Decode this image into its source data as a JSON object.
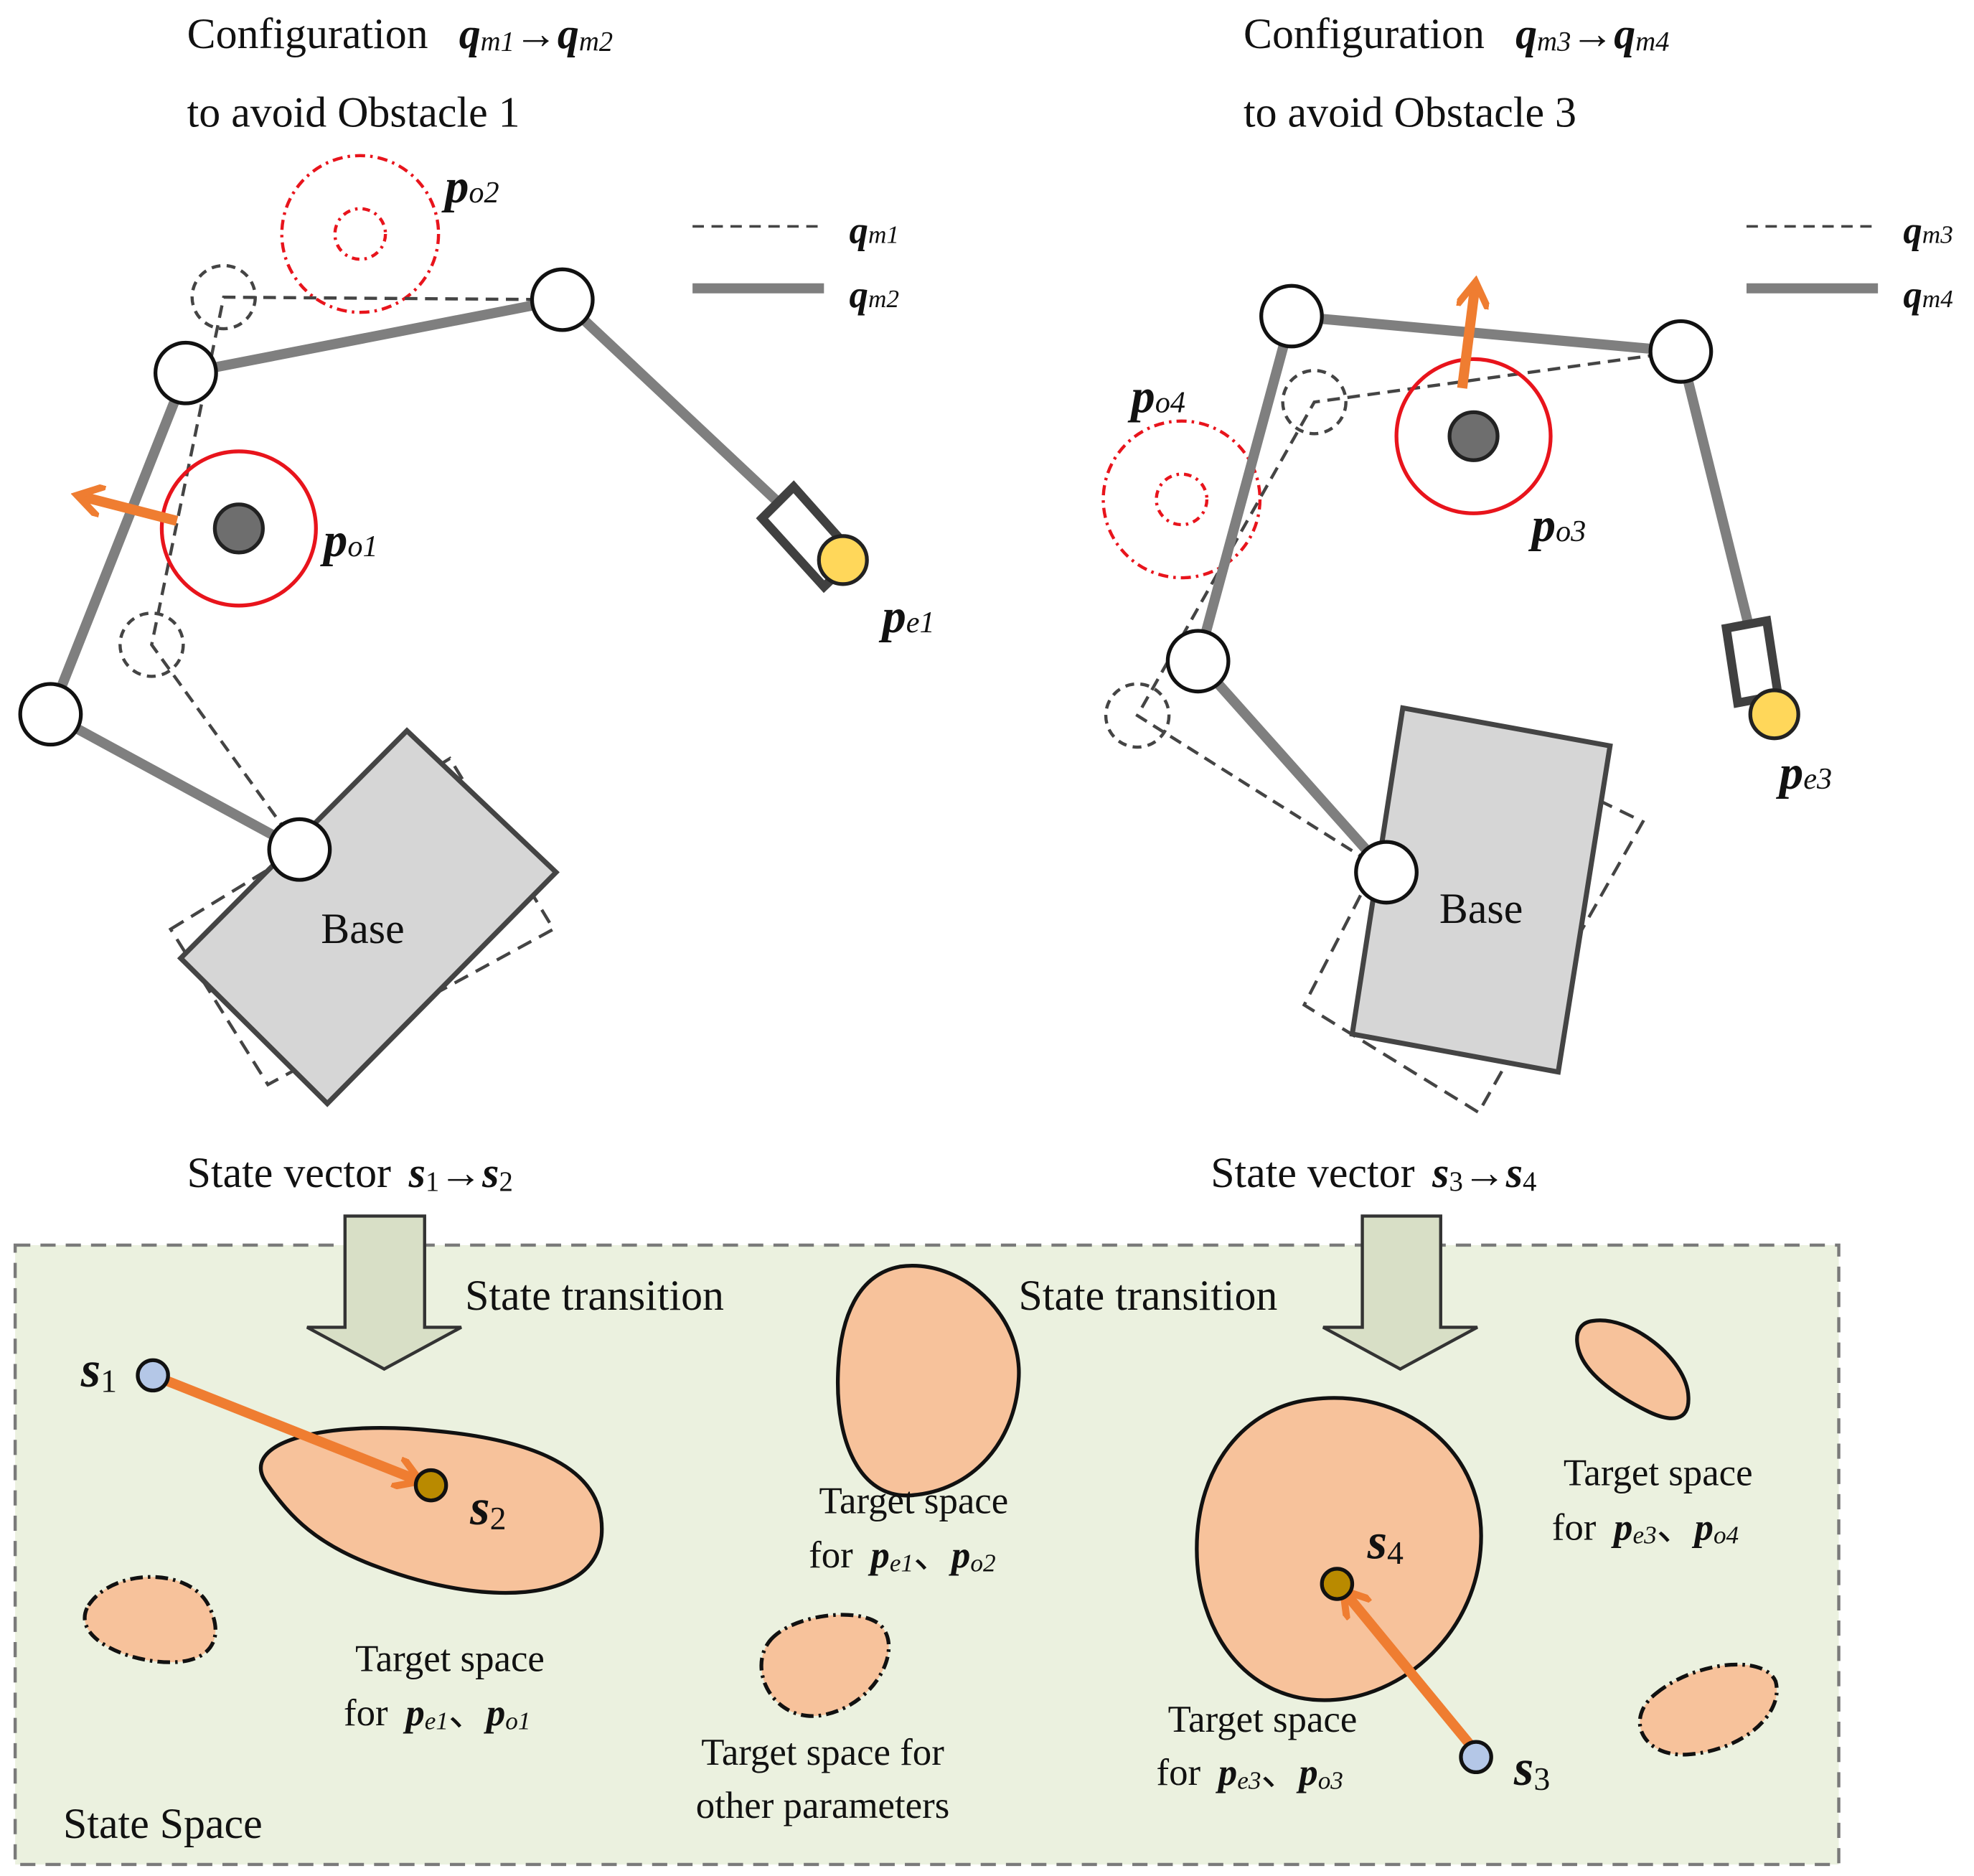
{
  "colors": {
    "link": "#7f7f7f",
    "obstacle_ring": "#e8141c",
    "obstacle_core": "#6e6e6e",
    "end_effector": "#ffd75a",
    "arrow": "#ef7d31",
    "base_fill": "#d6d6d6",
    "state_space_bg": "#ebf1df",
    "target_space_fill": "#f7c29b",
    "block_arrow_fill": "#d8dfc6",
    "state_point_start": "#b4c7e7",
    "state_point_end": "#b98a00"
  },
  "left_panel": {
    "title_prefix": "Configuration",
    "q_from": {
      "sym": "q",
      "sub": "m1"
    },
    "q_to": {
      "sym": "q",
      "sub": "m2"
    },
    "title_line2": "to avoid Obstacle 1",
    "legend": [
      {
        "sym": "q",
        "sub": "m1",
        "style": "dashed"
      },
      {
        "sym": "q",
        "sub": "m2",
        "style": "solid"
      }
    ],
    "labels": {
      "po1": {
        "sym": "p",
        "sub": "o1"
      },
      "po2": {
        "sym": "p",
        "sub": "o2"
      },
      "pe1": {
        "sym": "p",
        "sub": "e1"
      }
    },
    "base_label": "Base",
    "state_vector": {
      "prefix": "State vector",
      "from": "s",
      "from_sub": "1",
      "to": "s",
      "to_sub": "2"
    }
  },
  "right_panel": {
    "title_prefix": "Configuration",
    "q_from": {
      "sym": "q",
      "sub": "m3"
    },
    "q_to": {
      "sym": "q",
      "sub": "m4"
    },
    "title_line2": "to avoid Obstacle 3",
    "legend": [
      {
        "sym": "q",
        "sub": "m3",
        "style": "dashed"
      },
      {
        "sym": "q",
        "sub": "m4",
        "style": "solid"
      }
    ],
    "labels": {
      "po3": {
        "sym": "p",
        "sub": "o3"
      },
      "po4": {
        "sym": "p",
        "sub": "o4"
      },
      "pe3": {
        "sym": "p",
        "sub": "e3"
      }
    },
    "base_label": "Base",
    "state_vector": {
      "prefix": "State vector",
      "from": "s",
      "from_sub": "3",
      "to": "s",
      "to_sub": "4"
    }
  },
  "state_space": {
    "label": "State Space",
    "transition_left": "State transition",
    "transition_right": "State transition",
    "points": {
      "s1": {
        "sym": "s",
        "sub": "1"
      },
      "s2": {
        "sym": "s",
        "sub": "2"
      },
      "s3": {
        "sym": "s",
        "sub": "3"
      },
      "s4": {
        "sym": "s",
        "sub": "4"
      }
    },
    "target_spaces": {
      "t1": {
        "line1": "Target space",
        "line2_prefix": "for",
        "a": {
          "sym": "p",
          "sub": "e1"
        },
        "sep": "、",
        "b": {
          "sym": "p",
          "sub": "o1"
        }
      },
      "t2": {
        "line1": "Target space",
        "line2_prefix": "for",
        "a": {
          "sym": "p",
          "sub": "e1"
        },
        "sep": "、",
        "b": {
          "sym": "p",
          "sub": "o2"
        }
      },
      "t3": {
        "line1": "Target space",
        "line2_prefix": "for",
        "a": {
          "sym": "p",
          "sub": "e3"
        },
        "sep": "、",
        "b": {
          "sym": "p",
          "sub": "o3"
        }
      },
      "t4": {
        "line1": "Target space",
        "line2_prefix": "for",
        "a": {
          "sym": "p",
          "sub": "e3"
        },
        "sep": "、",
        "b": {
          "sym": "p",
          "sub": "o4"
        }
      },
      "other": {
        "line1": "Target space for",
        "line2": "other parameters"
      }
    }
  }
}
